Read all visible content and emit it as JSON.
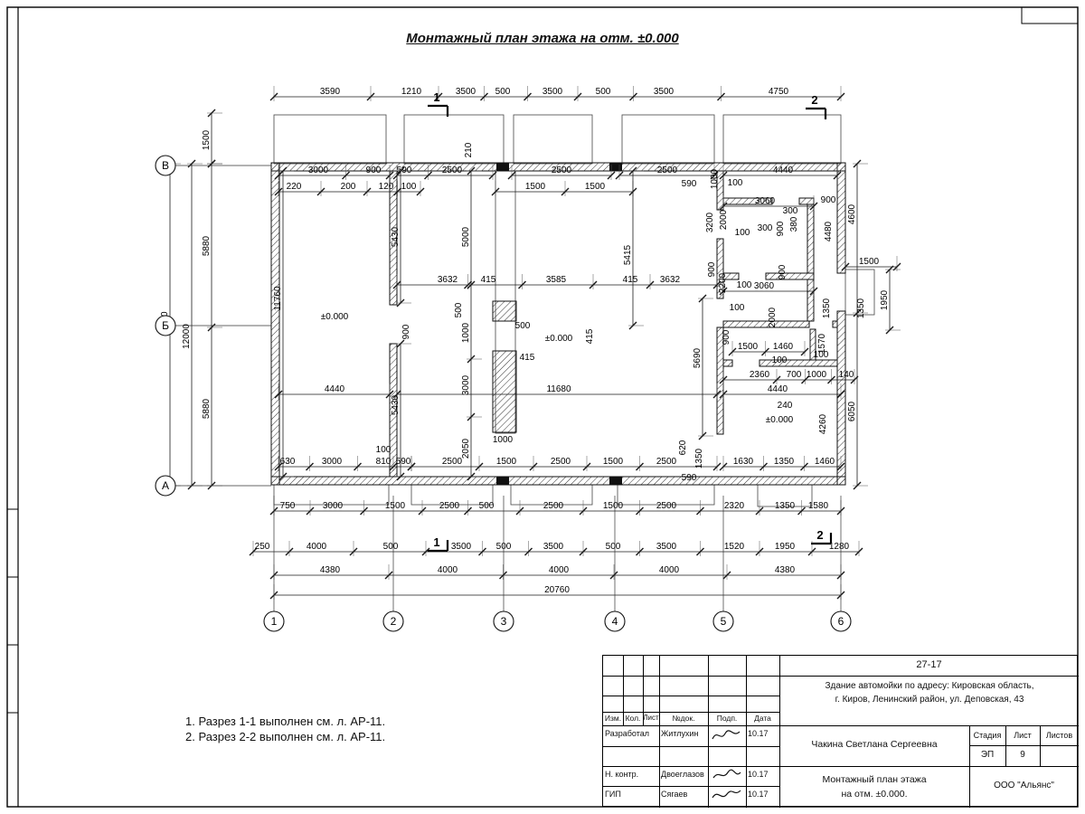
{
  "title": {
    "text": "Монтажный план этажа на отм. ±0.000"
  },
  "notes": {
    "n1": "1. Разрез 1-1 выполнен см. л. АР-11.",
    "n2": "2. Разрез 2-2 выполнен см. л. АР-11."
  },
  "axes": {
    "rows": [
      [
        "В",
        183,
        183
      ],
      [
        "Б",
        183,
        360
      ],
      [
        "А",
        183,
        537
      ]
    ],
    "cols": [
      [
        "1",
        303,
        687
      ],
      [
        "2",
        435,
        687
      ],
      [
        "3",
        557,
        687
      ],
      [
        "4",
        680,
        687
      ],
      [
        "5",
        800,
        687
      ],
      [
        "6",
        930,
        687
      ]
    ]
  },
  "plan": {
    "walls": [
      [
        300,
        180,
        635,
        9
      ],
      [
        300,
        527,
        635,
        9
      ],
      [
        300,
        180,
        9,
        356
      ],
      [
        926,
        180,
        9,
        122
      ],
      [
        926,
        344,
        9,
        192
      ],
      [
        431,
        189,
        8,
        148
      ],
      [
        431,
        380,
        8,
        147
      ],
      [
        793,
        189,
        7,
        43
      ],
      [
        793,
        264,
        7,
        66
      ],
      [
        793,
        362,
        7,
        118
      ],
      [
        800,
        219,
        54,
        7
      ],
      [
        884,
        219,
        16,
        7
      ],
      [
        800,
        302,
        17,
        7
      ],
      [
        847,
        302,
        53,
        7
      ],
      [
        800,
        355,
        95,
        7
      ],
      [
        921,
        355,
        5,
        7
      ],
      [
        800,
        398,
        10,
        7
      ],
      [
        840,
        398,
        86,
        7
      ],
      [
        893,
        226,
        7,
        76
      ],
      [
        893,
        309,
        7,
        46
      ],
      [
        896,
        364,
        6,
        34
      ],
      [
        545,
        333,
        26,
        22
      ],
      [
        545,
        388,
        26,
        90
      ]
    ],
    "solids": [
      [
        549,
        180,
        14,
        9
      ],
      [
        674,
        180,
        14,
        9
      ],
      [
        549,
        527,
        14,
        9
      ],
      [
        674,
        527,
        14,
        9
      ]
    ],
    "panels": [
      [
        303,
        127,
        124,
        54
      ],
      [
        447,
        127,
        110,
        54
      ],
      [
        568,
        127,
        87,
        54
      ],
      [
        688,
        127,
        102,
        54
      ],
      [
        800,
        127,
        130,
        54
      ],
      [
        303,
        536,
        127,
        22
      ],
      [
        455,
        536,
        90,
        22
      ],
      [
        565,
        536,
        90,
        22
      ],
      [
        683,
        536,
        107,
        22
      ],
      [
        838,
        536,
        60,
        24
      ],
      [
        935,
        298,
        32,
        50
      ],
      [
        548,
        189,
        22,
        290
      ]
    ],
    "hchains": [
      [
        107,
        303,
        930,
        [
          [
            365,
            "3590"
          ],
          [
            455,
            "1210"
          ],
          [
            515,
            "3500"
          ],
          [
            556,
            "500"
          ],
          [
            611,
            "3500"
          ],
          [
            667,
            "500"
          ],
          [
            734,
            "3500"
          ],
          [
            861,
            "4750"
          ]
        ]
      ],
      [
        194,
        308,
        431,
        [
          [
            352,
            "3000"
          ],
          [
            413,
            "900"
          ]
        ]
      ],
      [
        194,
        439,
        545,
        [
          [
            447,
            "590"
          ],
          [
            500,
            "2500"
          ]
        ]
      ],
      [
        194,
        566,
        676,
        [
          [
            621,
            "2500"
          ]
        ]
      ],
      [
        194,
        685,
        790,
        [
          [
            738,
            "2500"
          ]
        ]
      ],
      [
        194,
        800,
        926,
        [
          [
            866,
            "4440"
          ]
        ]
      ],
      [
        212,
        308,
        465,
        [
          [
            325,
            "220"
          ],
          [
            385,
            "200"
          ],
          [
            427,
            "120"
          ],
          [
            452,
            "100"
          ]
        ]
      ],
      [
        212,
        548,
        700,
        [
          [
            592,
            "1500"
          ],
          [
            658,
            "1500"
          ]
        ]
      ],
      [
        315,
        439,
        793,
        [
          [
            495,
            "3632"
          ],
          [
            540,
            "415"
          ],
          [
            615,
            "3585"
          ],
          [
            697,
            "415"
          ],
          [
            741,
            "3632"
          ]
        ]
      ],
      [
        436,
        308,
        431,
        [
          [
            370,
            "4440"
          ]
        ]
      ],
      [
        436,
        439,
        793,
        [
          [
            618,
            "11680"
          ]
        ]
      ],
      [
        516,
        308,
        455,
        [
          [
            318,
            "630"
          ],
          [
            367,
            "3000"
          ],
          [
            424,
            "810"
          ],
          [
            446,
            "590"
          ]
        ]
      ],
      [
        516,
        455,
        793,
        [
          [
            500,
            "2500"
          ],
          [
            560,
            "1500"
          ],
          [
            620,
            "2500"
          ],
          [
            678,
            "1500"
          ],
          [
            737,
            "2500"
          ]
        ]
      ],
      [
        516,
        800,
        930,
        [
          [
            822,
            "1630"
          ],
          [
            867,
            "1350"
          ],
          [
            912,
            "1460"
          ]
        ]
      ],
      [
        565,
        303,
        930,
        [
          [
            318,
            "750"
          ],
          [
            368,
            "3000"
          ],
          [
            437,
            "1500"
          ],
          [
            497,
            "2500"
          ],
          [
            538,
            "500"
          ],
          [
            612,
            "2500"
          ],
          [
            678,
            "1500"
          ],
          [
            737,
            "2500"
          ],
          [
            812,
            "2320"
          ],
          [
            868,
            "1350"
          ],
          [
            905,
            "1580"
          ]
        ]
      ],
      [
        610,
        280,
        950,
        [
          [
            290,
            "250"
          ],
          [
            350,
            "4000"
          ],
          [
            432,
            "500"
          ],
          [
            510,
            "3500"
          ],
          [
            557,
            "500"
          ],
          [
            612,
            "3500"
          ],
          [
            678,
            "500"
          ],
          [
            737,
            "3500"
          ],
          [
            812,
            "1520"
          ],
          [
            868,
            "1950"
          ],
          [
            928,
            "1280"
          ]
        ]
      ],
      [
        636,
        303,
        930,
        [
          [
            365,
            "4380"
          ],
          [
            495,
            "4000"
          ],
          [
            618,
            "4000"
          ],
          [
            740,
            "4000"
          ],
          [
            868,
            "4380"
          ]
        ]
      ],
      [
        658,
        303,
        930,
        [
          [
            616,
            "20760"
          ]
        ]
      ],
      [
        228,
        800,
        900,
        [
          [
            846,
            "3060"
          ]
        ]
      ],
      [
        322,
        800,
        900,
        [
          [
            845,
            "3060"
          ]
        ]
      ],
      [
        420,
        800,
        945,
        [
          [
            840,
            "2360"
          ],
          [
            878,
            "700"
          ],
          [
            903,
            "1000"
          ],
          [
            936,
            "140"
          ]
        ]
      ],
      [
        436,
        800,
        930,
        [
          [
            860,
            "4440"
          ]
        ]
      ],
      [
        295,
        935,
        992,
        [
          [
            961,
            "1500"
          ]
        ]
      ],
      [
        389,
        810,
        890,
        [
          [
            827,
            "1500"
          ],
          [
            866,
            "1460"
          ]
        ]
      ]
    ],
    "vchains": [
      [
        188,
        181,
        537,
        [
          [
            358,
            "11760"
          ]
        ]
      ],
      [
        212,
        181,
        537,
        [
          [
            372,
            "12000"
          ]
        ]
      ],
      [
        234,
        181,
        537,
        [
          [
            272,
            "5880"
          ],
          [
            452,
            "5880"
          ]
        ]
      ],
      [
        234,
        125,
        181,
        [
          [
            155,
            "1500"
          ]
        ]
      ],
      [
        948,
        181,
        537,
        [
          [
            237,
            "4600"
          ],
          [
            455,
            "6050"
          ]
        ]
      ],
      [
        984,
        298,
        365,
        [
          [
            332,
            "1950"
          ]
        ]
      ],
      [
        443,
        189,
        335,
        [
          [
            262,
            "5430"
          ]
        ]
      ],
      [
        443,
        380,
        527,
        [
          [
            448,
            "5430"
          ]
        ]
      ],
      [
        521,
        189,
        527,
        [
          [
            262,
            "5000"
          ],
          [
            368,
            "1000"
          ],
          [
            426,
            "3000"
          ],
          [
            496,
            "2050"
          ]
        ]
      ],
      [
        700,
        189,
        360,
        [
          [
            282,
            "5415"
          ]
        ]
      ],
      [
        313,
        189,
        527,
        [
          [
            330,
            "11760"
          ]
        ]
      ],
      [
        777,
        330,
        482,
        [
          [
            396,
            "5690"
          ]
        ]
      ]
    ],
    "labels": [
      [
        521,
        166,
        "210",
        1
      ],
      [
        762,
        206,
        "590"
      ],
      [
        793,
        198,
        "1000",
        1
      ],
      [
        813,
        205,
        "100"
      ],
      [
        874,
        236,
        "300"
      ],
      [
        916,
        224,
        "900"
      ],
      [
        919,
        256,
        "4480",
        1
      ],
      [
        788,
        246,
        "3200",
        1
      ],
      [
        803,
        243,
        "2000",
        1
      ],
      [
        821,
        260,
        "100"
      ],
      [
        846,
        255,
        "300"
      ],
      [
        866,
        253,
        "900",
        1
      ],
      [
        881,
        248,
        "380",
        1
      ],
      [
        790,
        298,
        "900",
        1
      ],
      [
        802,
        313,
        "2200",
        1
      ],
      [
        823,
        318,
        "100"
      ],
      [
        868,
        301,
        "900",
        1
      ],
      [
        917,
        341,
        "1350",
        1
      ],
      [
        955,
        341,
        "1350",
        1
      ],
      [
        815,
        343,
        "100"
      ],
      [
        857,
        351,
        "2000",
        1
      ],
      [
        806,
        373,
        "900",
        1
      ],
      [
        862,
        401,
        "100"
      ],
      [
        912,
        380,
        "1570",
        1
      ],
      [
        908,
        395,
        "100"
      ],
      [
        868,
        451,
        "240"
      ],
      [
        862,
        467,
        "±0.000"
      ],
      [
        913,
        469,
        "4260",
        1
      ],
      [
        370,
        353,
        "±0.000"
      ],
      [
        618,
        377,
        "±0.000"
      ],
      [
        452,
        367,
        "900",
        1
      ],
      [
        510,
        343,
        "500",
        1
      ],
      [
        578,
        363,
        "500"
      ],
      [
        655,
        372,
        "415",
        1
      ],
      [
        583,
        398,
        "415"
      ],
      [
        556,
        489,
        "1000"
      ],
      [
        424,
        500,
        "100"
      ],
      [
        758,
        495,
        "620",
        1
      ],
      [
        776,
        507,
        "1350",
        1
      ],
      [
        762,
        531,
        "590"
      ]
    ],
    "sections": [
      [
        483,
        112,
        "1",
        "d"
      ],
      [
        483,
        604,
        "1",
        "u"
      ],
      [
        901,
        115,
        "2",
        "d"
      ],
      [
        907,
        596,
        "2",
        "u"
      ]
    ]
  },
  "titleblock": {
    "code": "27-17",
    "address1": "Здание автомойки по адресу: Кировская область,",
    "address2": "г. Киров, Ленинский район, ул. Деповская, 43",
    "cols": {
      "izm": "Изм.",
      "kol": "Кол.",
      "list": "Лист",
      "ndok": "№док.",
      "podp": "Подп.",
      "data": "Дата"
    },
    "rows": [
      {
        "role": "Разработал",
        "name": "Житлухин",
        "date": "10.17"
      },
      {
        "role": "",
        "name": "",
        "date": ""
      },
      {
        "role": "Н. контр.",
        "name": "Двоеглазов",
        "date": "10.17"
      },
      {
        "role": "ГИП",
        "name": "Сягаев",
        "date": "10.17"
      }
    ],
    "designer": "Чакина Светлана Сергеевна",
    "stage_label": "Стадия",
    "sheet_label": "Лист",
    "sheets_label": "Листов",
    "stage": "ЭП",
    "sheet": "9",
    "sheets": "",
    "doc1": "Монтажный план этажа",
    "doc2": "на отм. ±0.000.",
    "company": "ООО \"Альянс\""
  }
}
